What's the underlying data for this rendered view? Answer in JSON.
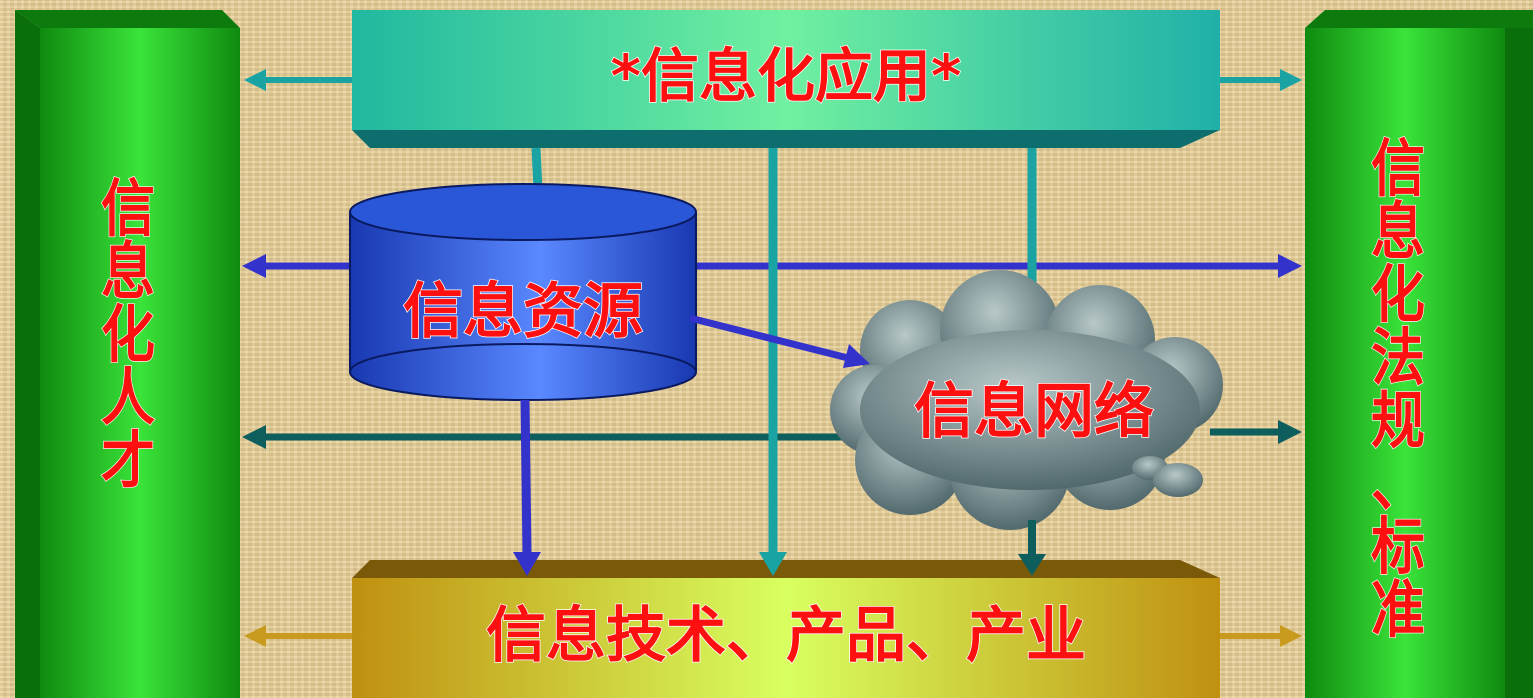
{
  "diagram": {
    "top_box": "*信息化应用*",
    "bottom_box": "信息技术、产品、产业",
    "left_pillar": "信息化人才",
    "right_pillar": "信息化法规、标准",
    "database": "信息资源",
    "cloud": "信息网络"
  },
  "colors": {
    "background": "#e8cf96",
    "text": "#ff1010",
    "pillar_green": "#1ec51e",
    "teal_arrow": "#1aa3a3",
    "blue_arrow": "#3333cc",
    "dark_teal_arrow": "#0f5e5e",
    "gold_arrow": "#c89a1e"
  }
}
